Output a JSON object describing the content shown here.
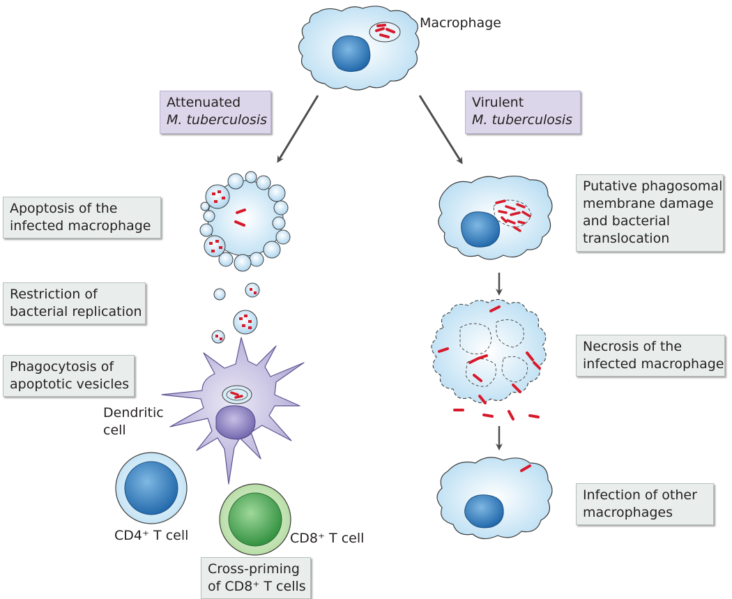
{
  "macrophage_label": "Macrophage",
  "branches": {
    "attenuated": {
      "line1": "Attenuated",
      "line2": "M. tuberculosis"
    },
    "virulent": {
      "line1": "Virulent",
      "line2": "M. tuberculosis"
    }
  },
  "left_steps": {
    "apoptosis": {
      "line1": "Apoptosis of the",
      "line2": "infected macrophage"
    },
    "restriction": {
      "line1": "Restriction of",
      "line2": "bacterial replication"
    },
    "phagocytosis": {
      "line1": "Phagocytosis of",
      "line2": "apoptotic vesicles"
    },
    "cross_priming": {
      "line1": "Cross-priming",
      "line2": "of CD8⁺ T cells"
    }
  },
  "right_steps": {
    "membrane_damage": {
      "line1": "Putative phagosomal",
      "line2": "membrane damage",
      "line3": "and bacterial",
      "line4": "translocation"
    },
    "necrosis": {
      "line1": "Necrosis of the",
      "line2": "infected macrophage"
    },
    "infection": {
      "line1": "Infection of other",
      "line2": "macrophages"
    }
  },
  "cells": {
    "dendritic_line1": "Dendritic",
    "dendritic_line2": "cell",
    "cd4": "CD4⁺ T cell",
    "cd8": "CD8⁺ T cell"
  },
  "colors": {
    "cell_fill": "#cde6f5",
    "cell_outline": "#3b3b3b",
    "nucleus": "#2f7fc1",
    "bacteria": "#d7192a",
    "dendritic": "#b3acd6",
    "dendritic_nucleus": "#7d71b3",
    "cd8_fill": "#b9dea7",
    "cd8_nucleus": "#3fa54d",
    "arrow": "#4d4d4f"
  }
}
